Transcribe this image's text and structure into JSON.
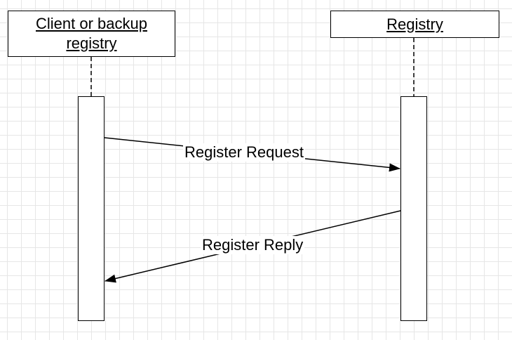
{
  "participants": {
    "client": {
      "label": "Client or backup registry"
    },
    "registry": {
      "label": "Registry"
    }
  },
  "messages": {
    "request": {
      "label": "Register Request",
      "from": "Client or backup registry",
      "to": "Registry"
    },
    "reply": {
      "label": "Register Reply",
      "from": "Registry",
      "to": "Client or backup registry"
    }
  },
  "colors": {
    "line": "#000000",
    "grid": "#e6e6e6",
    "background": "#ffffff"
  }
}
